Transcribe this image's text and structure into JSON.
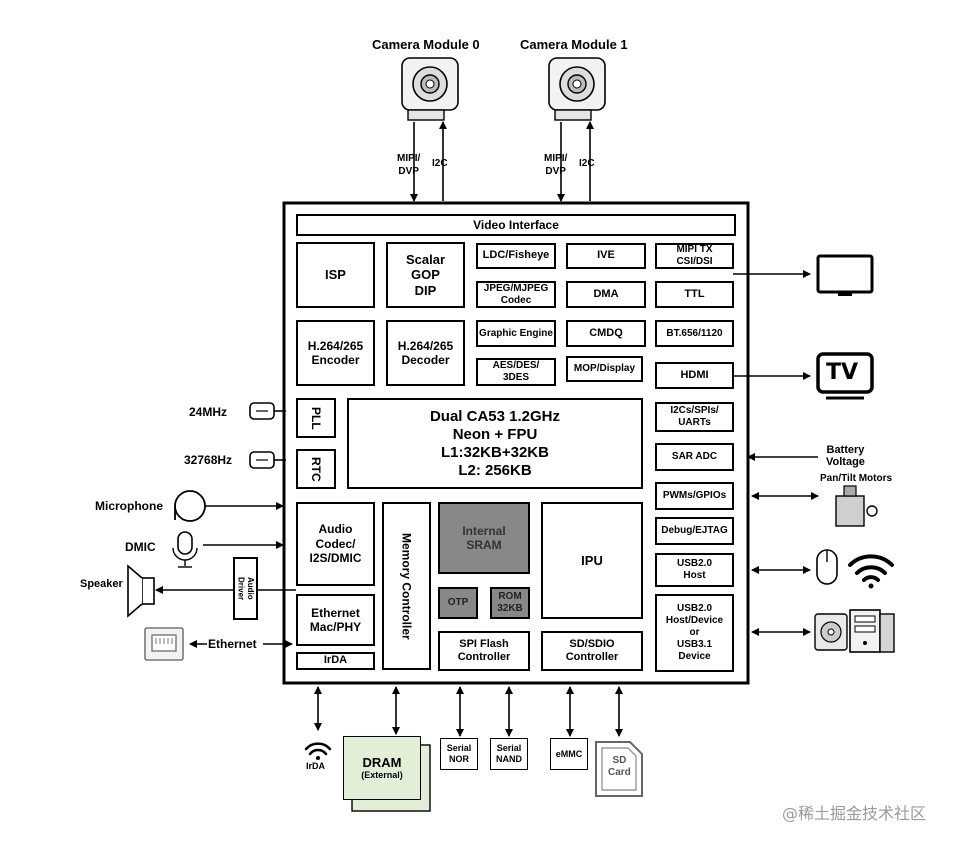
{
  "camera0": {
    "label": "Camera Module 0",
    "bus_a": "MIPI/\nDVP",
    "bus_b": "I2C"
  },
  "camera1": {
    "label": "Camera Module 1",
    "bus_a": "MIPI/\nDVP",
    "bus_b": "I2C"
  },
  "soc": {
    "video_interface": "Video Interface",
    "isp": "ISP",
    "scalar": "Scalar\nGOP\nDIP",
    "enc": "H.264/265\nEncoder",
    "dec": "H.264/265\nDecoder",
    "ldc": "LDC/Fisheye",
    "jpeg": "JPEG/MJPEG\nCodec",
    "graphic": "Graphic Engine",
    "aes": "AES/DES/\n3DES",
    "ive": "IVE",
    "dma": "DMA",
    "cmdq": "CMDQ",
    "mop": "MOP/Display",
    "mipi_tx": "MIPI TX\nCSI/DSI",
    "ttl": "TTL",
    "bt656": "BT.656/1120",
    "hdmi": "HDMI",
    "pll": "PLL",
    "rtc": "RTC",
    "cpu": "Dual CA53 1.2GHz\nNeon + FPU\nL1:32KB+32KB\nL2: 256KB",
    "i2cs": "I2Cs/SPIs/\nUARTs",
    "saradc": "SAR ADC",
    "pwm": "PWMs/GPIOs",
    "debug": "Debug/EJTAG",
    "usb_host": "USB2.0\nHost",
    "usb_dev": "USB2.0\nHost/Device\nor\nUSB3.1\nDevice",
    "audio_codec": "Audio\nCodec/\nI2S/DMIC",
    "mem_ctrl": "Memory Controller",
    "sram": "Internal\nSRAM",
    "otp": "OTP",
    "rom": "ROM\n32KB",
    "ipu": "IPU",
    "ethernet_mac": "Ethernet\nMac/PHY",
    "irda": "IrDA",
    "spi_flash": "SPI Flash\nController",
    "sdio": "SD/SDIO\nController"
  },
  "external": {
    "clk24": "24MHz",
    "clk32": "32768Hz",
    "microphone": "Microphone",
    "dmic": "DMIC",
    "speaker": "Speaker",
    "audio_driver": "Audio\nDriver",
    "ethernet": "Ethernet",
    "battery": "Battery\nVoltage",
    "pantilt": "Pan/Tilt Motors",
    "tv": "TV",
    "irda_ext": "IrDA",
    "dram": "DRAM",
    "dram_sub": "(External)",
    "serial_nor": "Serial\nNOR",
    "serial_nand": "Serial\nNAND",
    "emmc": "eMMC",
    "sd_card": "SD\nCard"
  },
  "watermark": "@稀土掘金技术社区",
  "colors": {
    "line": "#000000",
    "sram_fill": "#888888",
    "dram_fill": "#e3eed6",
    "watermark": "#9a9a9a"
  }
}
